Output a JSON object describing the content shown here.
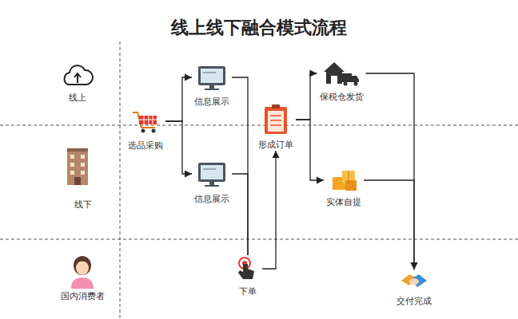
{
  "diagram": {
    "title": "线上线下融合模式流程",
    "nodes": [
      {
        "text": [
          "选品采购"
        ]
      },
      {
        "text": [
          "信息展示"
        ]
      },
      {
        "text": [
          "信息展示"
        ]
      },
      {
        "text": [
          "下单"
        ]
      },
      {
        "text": [
          "形成订单"
        ]
      },
      {
        "text": [
          "保税仓发货"
        ]
      },
      {
        "text": [
          "实体自提"
        ]
      },
      {
        "text": [
          "交付完成"
        ]
      }
    ],
    "edges": [
      {
        "from": 0,
        "to": 1,
        "arrow": "to"
      },
      {
        "from": 0,
        "to": 2,
        "arrow": "to"
      },
      {
        "from": 1,
        "to": 3,
        "arrow": "none"
      },
      {
        "from": 2,
        "to": 3,
        "arrow": "none"
      },
      {
        "from": 3,
        "to": 4,
        "arrow": "to"
      },
      {
        "from": 4,
        "to": 5,
        "arrow": "to"
      },
      {
        "from": 4,
        "to": 6,
        "arrow": "to"
      },
      {
        "from": 5,
        "to": 7,
        "arrow": "to"
      },
      {
        "from": 6,
        "to": 7,
        "arrow": "to"
      }
    ],
    "labels": [
      "线上",
      "线下",
      "国内消费者"
    ]
  }
}
